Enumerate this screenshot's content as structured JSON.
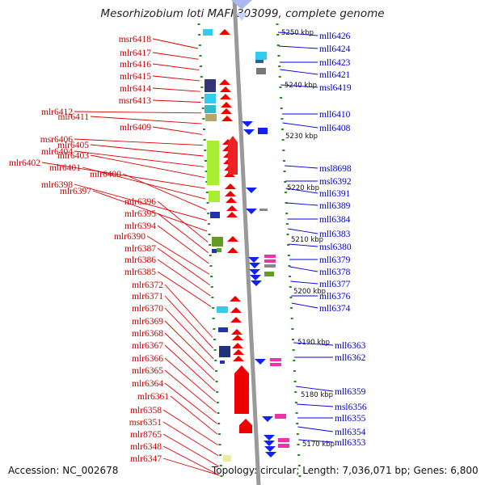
{
  "title": "Mesorhizobium loti MAFF303099, complete genome",
  "footer": {
    "accession": "Accession: NC_002678",
    "info": "Topology: circular; Length: 7,036,071 bp; Genes: 6,800"
  },
  "colors": {
    "left_label": "#cc0000",
    "right_label": "#0000cc",
    "leader_left": "#dd0000",
    "leader_right": "#0000dd",
    "backbone": "#999999",
    "dash": "#228b22"
  },
  "kbp_ticks": [
    "5250 kbp",
    "5240 kbp",
    "5230 kbp",
    "5220 kbp",
    "5210 kbp",
    "5200 kbp",
    "5190 kbp",
    "5180 kbp",
    "5170 kbp"
  ],
  "left_genes": [
    "msr6418",
    "mlr6417",
    "mlr6416",
    "mlr6415",
    "mlr6414",
    "msr6413",
    "mlr6412",
    "mlr6411",
    "mlr6409",
    "msr6406",
    "mlr6405",
    "mlr6404",
    "mlr6403",
    "mlr6402",
    "mlr6401",
    "mlr6400",
    "mlr6398",
    "mlr6397",
    "mlr6396",
    "mlr6395",
    "mlr6394",
    "mlr6390",
    "mlr6387",
    "mlr6386",
    "mlr6385",
    "mlr6372",
    "mlr6371",
    "mlr6370",
    "mlr6369",
    "mlr6368",
    "mlr6367",
    "mlr6366",
    "mlr6365",
    "mlr6364",
    "mlr6361",
    "mlr6358",
    "msr6351",
    "mlr8765",
    "mlr6348",
    "mlr6347"
  ],
  "right_genes": [
    "mll6426",
    "mll6424",
    "mll6423",
    "mll6421",
    "msl6419",
    "mll6410",
    "mll6408",
    "msl8698",
    "msl6392",
    "mll6391",
    "mll6389",
    "mll6384",
    "mll6383",
    "msl6380",
    "mll6379",
    "mll6378",
    "mll6377",
    "mll6376",
    "mll6374",
    "mll6363",
    "mll6362",
    "mll6359",
    "msl6356",
    "mll6355",
    "mll6354",
    "mll6353"
  ]
}
